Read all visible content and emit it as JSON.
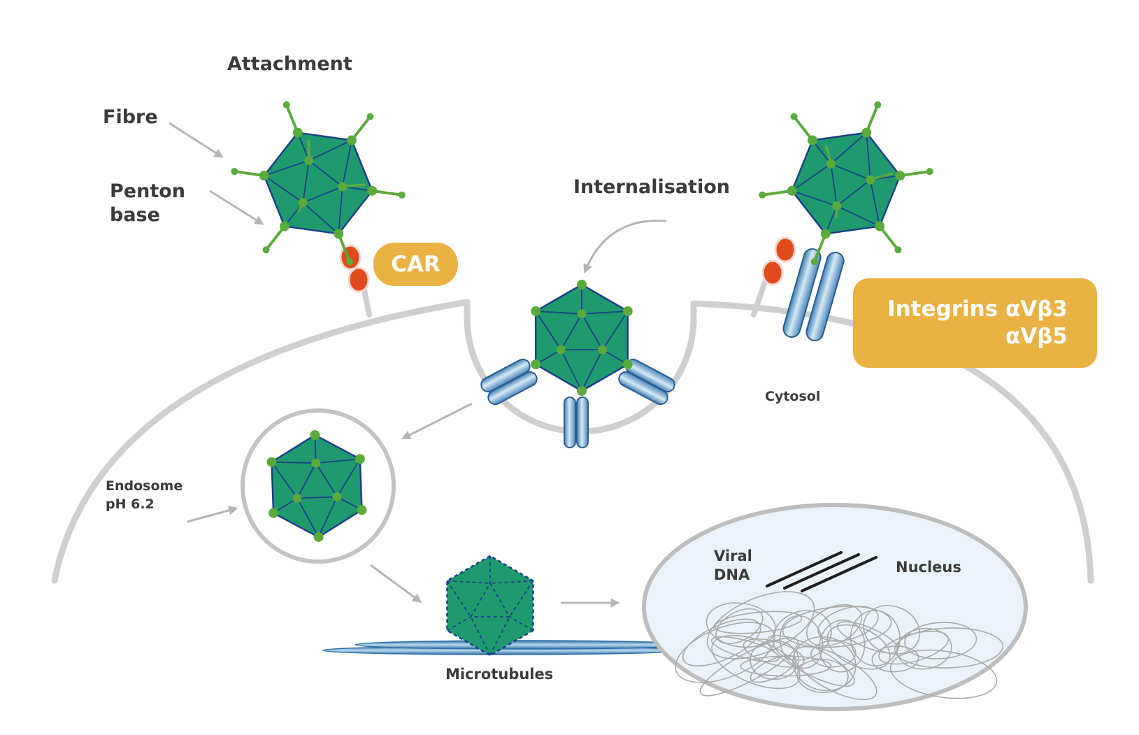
{
  "labels": {
    "attachment": "Attachment",
    "fibre": "Fibre",
    "penton_line1": "Penton",
    "penton_line2": "base",
    "internalisation": "Internalisation",
    "cytosol": "Cytosol",
    "endosome_line1": "Endosome",
    "endosome_line2": "pH 6.2",
    "viral_dna_line1": "Viral",
    "viral_dna_line2": "DNA",
    "nucleus": "Nucleus",
    "microtubules": "Microtubules"
  },
  "receptors": {
    "car": "CAR",
    "integrins_line1": "Integrins  αVβ3",
    "integrins_line2": "αVβ5"
  },
  "colors": {
    "capsid_fill": "#1f9a6e",
    "capsid_edge": "#1b3f8c",
    "vertex": "#5aaa3c",
    "fibre": "#5aaa3c",
    "receptor_red": "#e04a1c",
    "membrane": "#cfcfcf",
    "arrow": "#b5b5b5",
    "label_pill": "#e9b243",
    "integrin_blue": "#7fb2d4",
    "nucleus_fill": "#eaf3fb",
    "text": "#3b3b3b"
  }
}
